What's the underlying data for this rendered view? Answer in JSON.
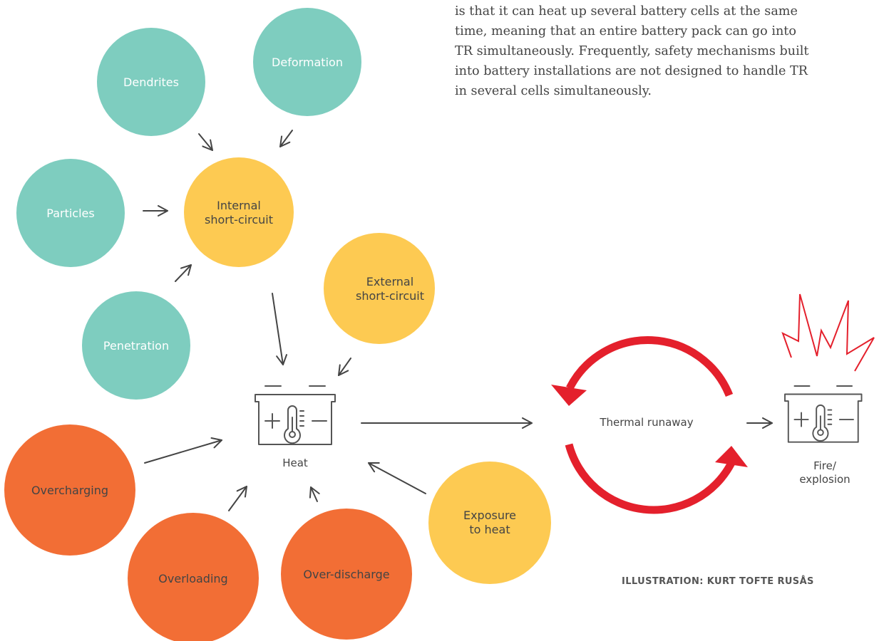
{
  "intro_text": "is that it can heat up several battery cells at the same\ntime, meaning that an entire battery pack can go into\nTR simultaneously. Frequently, safety mechanisms built\ninto battery installations are not designed to handle TR\nin several cells simultaneously.",
  "colors": {
    "cause_teal": "#7ecdbf",
    "cause_yellow": "#fdca52",
    "cause_orange": "#f26e35",
    "runaway_red": "#e4202c",
    "arrow_gray": "#444444"
  },
  "nodes": {
    "dendrites": "Dendrites",
    "deformation": "Deformation",
    "particles": "Particles",
    "internal_short_circuit": [
      "Internal",
      "short-circuit"
    ],
    "penetration": "Penetration",
    "external_short_circuit": [
      "External",
      "short-circuit"
    ],
    "overcharging": "Overcharging",
    "overloading": "Overloading",
    "over_discharge": "Over-discharge",
    "exposure_to_heat": [
      "Exposure",
      "to heat"
    ],
    "heat": "Heat",
    "thermal_runaway": "Thermal runaway",
    "fire_explosion": [
      "Fire/",
      "explosion"
    ]
  },
  "icons": {
    "battery": "battery-thermometer-icon",
    "runaway_cycle": "circular-arrows-icon",
    "fire": "explosion-burst-icon"
  },
  "credit": "ILLUSTRATION: KURT TOFTE RUSÅS"
}
